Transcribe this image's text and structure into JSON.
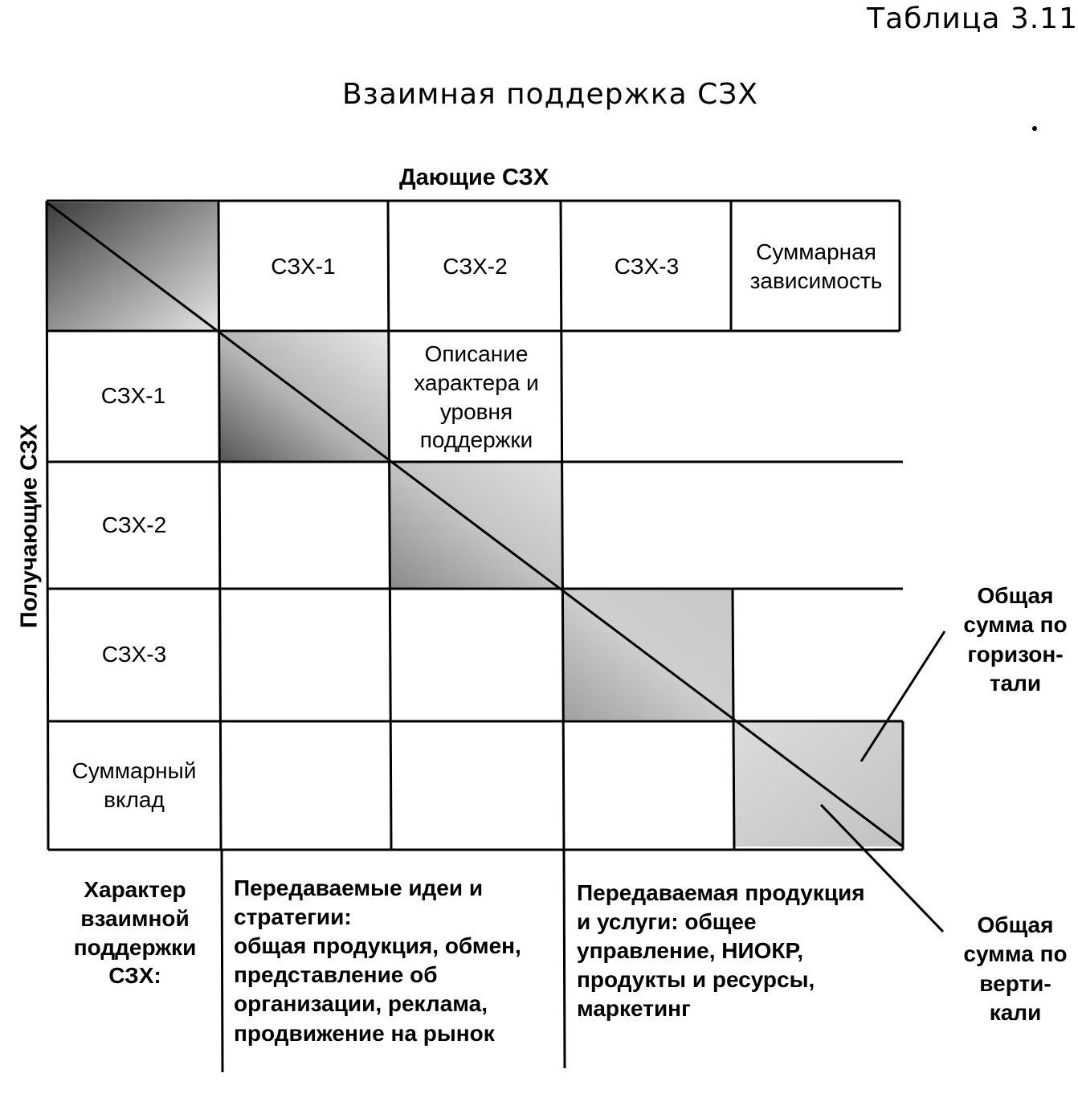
{
  "caption": "Таблица 3.11",
  "title": "Взаимная поддержка СЗХ",
  "axis_giving": "Дающие СЗХ",
  "axis_receiving": "Получающие СЗХ",
  "col_headers": [
    "СЗХ-1",
    "СЗХ-2",
    "СЗХ-3",
    "Суммарная\nзависимость"
  ],
  "row_headers": [
    "СЗХ-1",
    "СЗХ-2",
    "СЗХ-3",
    "Суммарный\nвклад"
  ],
  "cell_note": "Описание\nхарактера и\nуровня\nподдержки",
  "bottom": {
    "label": "Характер\nвзаимной\nподдержки\nСЗХ:",
    "ideas": "Передаваемые идеи и\nстратегии:\nобщая продукция, обмен,\nпредставление об\nорганизации, реклама,\nпродвижение на рынок",
    "products": "Передаваемая продукция\nи услуги: общее\nуправление, НИОКР,\nпродукты и ресурсы,\nмаркетинг"
  },
  "annotations": {
    "horizontal_total": "Общая\nсумма по\nгоризон-\nтали",
    "vertical_total": "Общая\nсумма по\nверти-\nкали"
  },
  "colors": {
    "line": "#000000",
    "shade_dark": "#5a5a5a",
    "shade_mid": "#9a9a9a",
    "shade_light": "#d2d2d2"
  }
}
